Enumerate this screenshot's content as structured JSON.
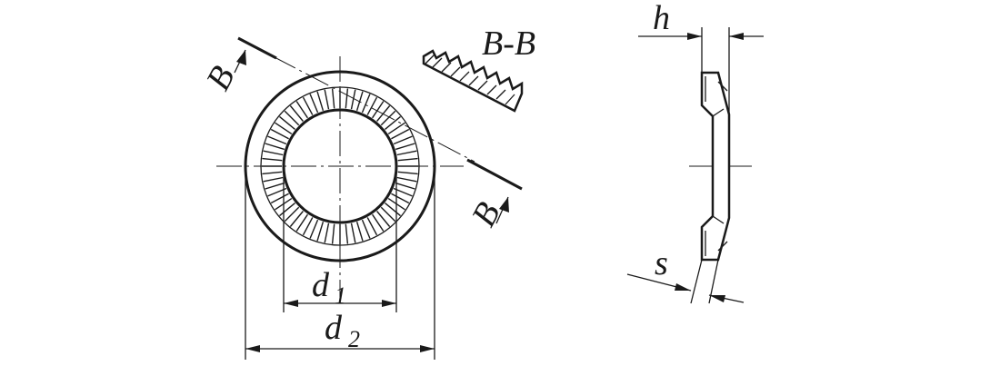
{
  "labels": {
    "section_mark_1": "B",
    "section_mark_2": "B",
    "section_title": "B-B",
    "inner_diameter_letter": "d",
    "inner_diameter_index": "1",
    "outer_diameter_letter": "d",
    "outer_diameter_index": "2",
    "height": "h",
    "thickness": "s"
  },
  "colors": {
    "line": "#1a1a1a",
    "background": "#ffffff"
  }
}
